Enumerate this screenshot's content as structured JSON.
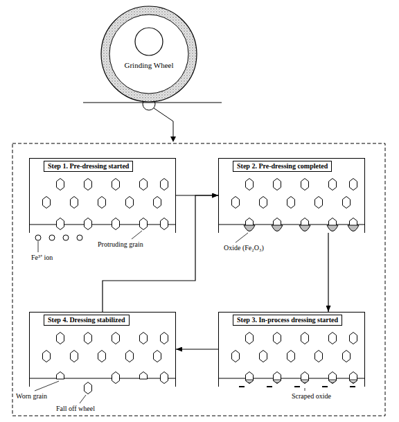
{
  "diagram": {
    "nodes": [
      {
        "text": [
          "Grinding Wheel"
        ]
      },
      {
        "text": [
          "Step 1. Pre-dressing started"
        ]
      },
      {
        "text": [
          "Step 2. Pre-dressing completed"
        ]
      },
      {
        "text": [
          "Step 3. In-process dressing started"
        ]
      },
      {
        "text": [
          "Step 4. Dressing stabilized"
        ]
      }
    ],
    "edges": [
      {
        "from": 1,
        "to": 2,
        "arrow": "to"
      },
      {
        "from": 2,
        "to": 3,
        "arrow": "to"
      },
      {
        "from": 3,
        "to": 4,
        "arrow": "to"
      },
      {
        "from": 4,
        "to": 2,
        "arrow": "to"
      }
    ],
    "labels": [
      "Fe³⁺ ion",
      "Protruding grain",
      "Oxide (Fe₂O₃)",
      "Scraped oxide",
      "Worn grain",
      "Fall off wheel"
    ]
  }
}
